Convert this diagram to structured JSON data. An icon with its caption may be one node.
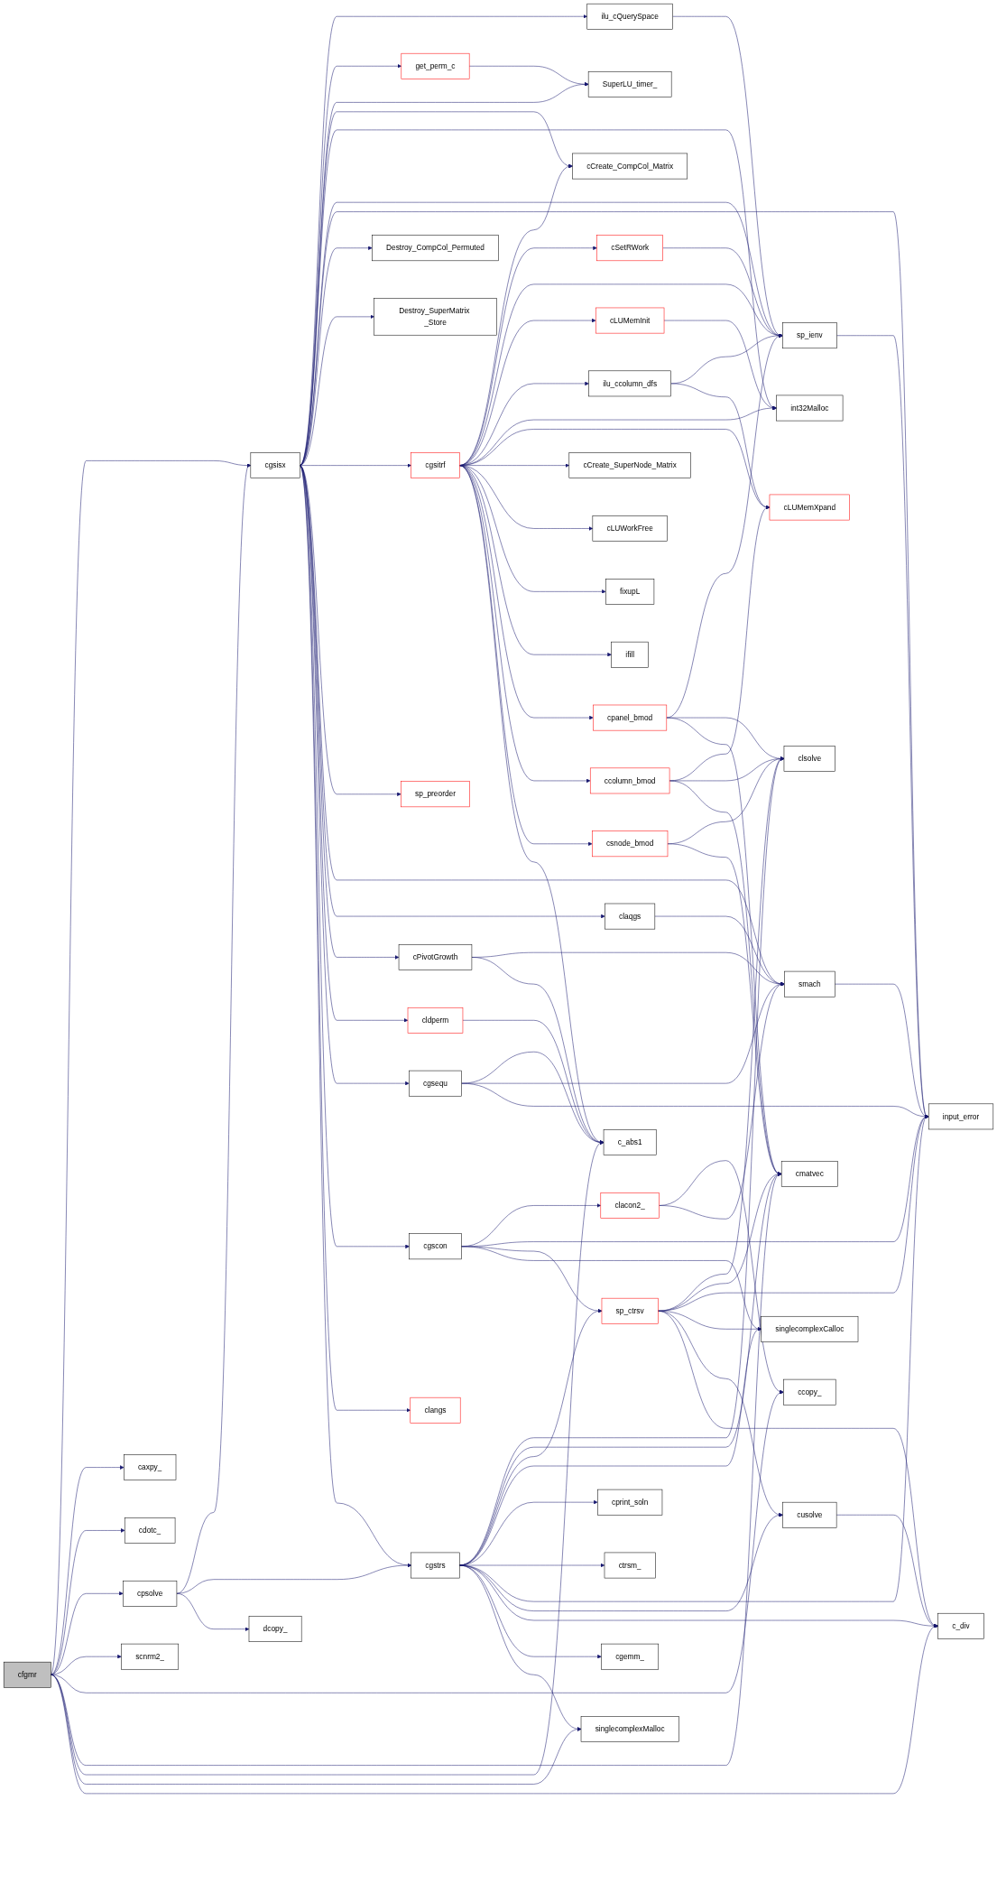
{
  "diagram": {
    "nodes": [
      {
        "text": [
          "cfgmr"
        ]
      },
      {
        "text": [
          "cgsisx"
        ]
      },
      {
        "text": [
          "caxpy_"
        ]
      },
      {
        "text": [
          "cdotc_"
        ]
      },
      {
        "text": [
          "cpsolve"
        ]
      },
      {
        "text": [
          "dcopy_"
        ]
      },
      {
        "text": [
          "scnrm2_"
        ]
      },
      {
        "text": [
          "ilu_cQuerySpace"
        ]
      },
      {
        "text": [
          "get_perm_c"
        ]
      },
      {
        "text": [
          "SuperLU_timer_"
        ]
      },
      {
        "text": [
          "cCreate_CompCol_Matrix"
        ]
      },
      {
        "text": [
          "cSetRWork"
        ]
      },
      {
        "text": [
          "sp_ienv"
        ]
      },
      {
        "text": [
          "cLUMemInit"
        ]
      },
      {
        "text": [
          "int32Malloc"
        ]
      },
      {
        "text": [
          "ilu_ccolumn_dfs"
        ]
      },
      {
        "text": [
          "cLUMemXpand"
        ]
      },
      {
        "text": [
          "Destroy_CompCol_Permuted"
        ]
      },
      {
        "text": [
          "Destroy_SuperMatrix _Store"
        ]
      },
      {
        "text": [
          "cCreate_SuperNode_Matrix"
        ]
      },
      {
        "text": [
          "cLUWorkFree"
        ]
      },
      {
        "text": [
          "cgsitrf"
        ]
      },
      {
        "text": [
          "fixupL"
        ]
      },
      {
        "text": [
          "ifill"
        ]
      },
      {
        "text": [
          "sp_preorder"
        ]
      },
      {
        "text": [
          "cpanel_bmod"
        ]
      },
      {
        "text": [
          "ccopy_"
        ]
      },
      {
        "text": [
          "ccolumn_bmod"
        ]
      },
      {
        "text": [
          "clsolve"
        ]
      },
      {
        "text": [
          "csnode_bmod"
        ]
      },
      {
        "text": [
          "cmatvec"
        ]
      },
      {
        "text": [
          "claqgs"
        ]
      },
      {
        "text": [
          "cPivotGrowth"
        ]
      },
      {
        "text": [
          "smach"
        ]
      },
      {
        "text": [
          "cldperm"
        ]
      },
      {
        "text": [
          "c_abs1"
        ]
      },
      {
        "text": [
          "cgsequ"
        ]
      },
      {
        "text": [
          "clacon2_"
        ]
      },
      {
        "text": [
          "input_error"
        ]
      },
      {
        "text": [
          "cgscon"
        ]
      },
      {
        "text": [
          "clangs"
        ]
      },
      {
        "text": [
          "sp_ctrsv"
        ]
      },
      {
        "text": [
          "singlecomplexCalloc"
        ]
      },
      {
        "text": [
          "cgstrs"
        ]
      },
      {
        "text": [
          "cprint_soln"
        ]
      },
      {
        "text": [
          "ctrsm_"
        ]
      },
      {
        "text": [
          "cusolve"
        ]
      },
      {
        "text": [
          "c_div"
        ]
      },
      {
        "text": [
          "cgemm_"
        ]
      },
      {
        "text": [
          "singlecomplexMalloc"
        ]
      }
    ],
    "edges": [
      {
        "from": 0,
        "to": 1,
        "arrow": "to"
      },
      {
        "from": 0,
        "to": 2,
        "arrow": "to"
      },
      {
        "from": 0,
        "to": 3,
        "arrow": "to"
      },
      {
        "from": 0,
        "to": 4,
        "arrow": "to"
      },
      {
        "from": 0,
        "to": 6,
        "arrow": "to"
      },
      {
        "from": 0,
        "to": 26,
        "arrow": "to"
      },
      {
        "from": 0,
        "to": 30,
        "arrow": "to"
      },
      {
        "from": 0,
        "to": 35,
        "arrow": "to"
      },
      {
        "from": 0,
        "to": 49,
        "arrow": "to"
      },
      {
        "from": 0,
        "to": 47,
        "arrow": "to"
      },
      {
        "from": 1,
        "to": 7,
        "arrow": "to"
      },
      {
        "from": 1,
        "to": 8,
        "arrow": "to"
      },
      {
        "from": 1,
        "to": 9,
        "arrow": "to"
      },
      {
        "from": 1,
        "to": 10,
        "arrow": "to"
      },
      {
        "from": 1,
        "to": 14,
        "arrow": "to"
      },
      {
        "from": 1,
        "to": 12,
        "arrow": "to"
      },
      {
        "from": 1,
        "to": 38,
        "arrow": "to"
      },
      {
        "from": 1,
        "to": 17,
        "arrow": "to"
      },
      {
        "from": 1,
        "to": 18,
        "arrow": "to"
      },
      {
        "from": 1,
        "to": 21,
        "arrow": "to"
      },
      {
        "from": 1,
        "to": 24,
        "arrow": "to"
      },
      {
        "from": 1,
        "to": 33,
        "arrow": "to"
      },
      {
        "from": 1,
        "to": 31,
        "arrow": "to"
      },
      {
        "from": 1,
        "to": 32,
        "arrow": "to"
      },
      {
        "from": 1,
        "to": 34,
        "arrow": "to"
      },
      {
        "from": 1,
        "to": 36,
        "arrow": "to"
      },
      {
        "from": 1,
        "to": 39,
        "arrow": "to"
      },
      {
        "from": 1,
        "to": 40,
        "arrow": "to"
      },
      {
        "from": 1,
        "to": 43,
        "arrow": "to"
      },
      {
        "from": 4,
        "to": 1,
        "arrow": "to"
      },
      {
        "from": 4,
        "to": 43,
        "arrow": "to"
      },
      {
        "from": 4,
        "to": 5,
        "arrow": "to"
      },
      {
        "from": 7,
        "to": 12,
        "arrow": "to"
      },
      {
        "from": 8,
        "to": 9,
        "arrow": "to"
      },
      {
        "from": 11,
        "to": 12,
        "arrow": "to"
      },
      {
        "from": 13,
        "to": 14,
        "arrow": "to"
      },
      {
        "from": 15,
        "to": 12,
        "arrow": "to"
      },
      {
        "from": 15,
        "to": 16,
        "arrow": "to"
      },
      {
        "from": 12,
        "to": 38,
        "arrow": "to"
      },
      {
        "from": 21,
        "to": 10,
        "arrow": "to"
      },
      {
        "from": 21,
        "to": 11,
        "arrow": "to"
      },
      {
        "from": 21,
        "to": 12,
        "arrow": "to"
      },
      {
        "from": 21,
        "to": 13,
        "arrow": "to"
      },
      {
        "from": 21,
        "to": 15,
        "arrow": "to"
      },
      {
        "from": 21,
        "to": 14,
        "arrow": "to"
      },
      {
        "from": 21,
        "to": 16,
        "arrow": "to"
      },
      {
        "from": 21,
        "to": 19,
        "arrow": "to"
      },
      {
        "from": 21,
        "to": 20,
        "arrow": "to"
      },
      {
        "from": 21,
        "to": 22,
        "arrow": "to"
      },
      {
        "from": 21,
        "to": 23,
        "arrow": "to"
      },
      {
        "from": 21,
        "to": 25,
        "arrow": "to"
      },
      {
        "from": 21,
        "to": 27,
        "arrow": "to"
      },
      {
        "from": 21,
        "to": 29,
        "arrow": "to"
      },
      {
        "from": 21,
        "to": 35,
        "arrow": "to"
      },
      {
        "from": 25,
        "to": 12,
        "arrow": "to"
      },
      {
        "from": 25,
        "to": 28,
        "arrow": "to"
      },
      {
        "from": 25,
        "to": 30,
        "arrow": "to"
      },
      {
        "from": 27,
        "to": 16,
        "arrow": "to"
      },
      {
        "from": 27,
        "to": 28,
        "arrow": "to"
      },
      {
        "from": 27,
        "to": 30,
        "arrow": "to"
      },
      {
        "from": 29,
        "to": 28,
        "arrow": "to"
      },
      {
        "from": 29,
        "to": 30,
        "arrow": "to"
      },
      {
        "from": 31,
        "to": 33,
        "arrow": "to"
      },
      {
        "from": 32,
        "to": 33,
        "arrow": "to"
      },
      {
        "from": 32,
        "to": 35,
        "arrow": "to"
      },
      {
        "from": 34,
        "to": 35,
        "arrow": "to"
      },
      {
        "from": 36,
        "to": 35,
        "arrow": "to"
      },
      {
        "from": 36,
        "to": 33,
        "arrow": "to"
      },
      {
        "from": 36,
        "to": 38,
        "arrow": "to"
      },
      {
        "from": 33,
        "to": 38,
        "arrow": "to"
      },
      {
        "from": 37,
        "to": 26,
        "arrow": "to"
      },
      {
        "from": 37,
        "to": 33,
        "arrow": "to"
      },
      {
        "from": 39,
        "to": 37,
        "arrow": "to"
      },
      {
        "from": 39,
        "to": 38,
        "arrow": "to"
      },
      {
        "from": 39,
        "to": 41,
        "arrow": "to"
      },
      {
        "from": 39,
        "to": 42,
        "arrow": "to"
      },
      {
        "from": 41,
        "to": 28,
        "arrow": "to"
      },
      {
        "from": 41,
        "to": 30,
        "arrow": "to"
      },
      {
        "from": 41,
        "to": 38,
        "arrow": "to"
      },
      {
        "from": 41,
        "to": 42,
        "arrow": "to"
      },
      {
        "from": 41,
        "to": 46,
        "arrow": "to"
      },
      {
        "from": 41,
        "to": 47,
        "arrow": "to"
      },
      {
        "from": 43,
        "to": 28,
        "arrow": "to"
      },
      {
        "from": 43,
        "to": 30,
        "arrow": "to"
      },
      {
        "from": 43,
        "to": 41,
        "arrow": "to"
      },
      {
        "from": 43,
        "to": 42,
        "arrow": "to"
      },
      {
        "from": 43,
        "to": 44,
        "arrow": "to"
      },
      {
        "from": 43,
        "to": 45,
        "arrow": "to"
      },
      {
        "from": 43,
        "to": 38,
        "arrow": "to"
      },
      {
        "from": 43,
        "to": 46,
        "arrow": "to"
      },
      {
        "from": 43,
        "to": 47,
        "arrow": "to"
      },
      {
        "from": 43,
        "to": 48,
        "arrow": "to"
      },
      {
        "from": 43,
        "to": 49,
        "arrow": "to"
      },
      {
        "from": 46,
        "to": 47,
        "arrow": "to"
      }
    ]
  }
}
